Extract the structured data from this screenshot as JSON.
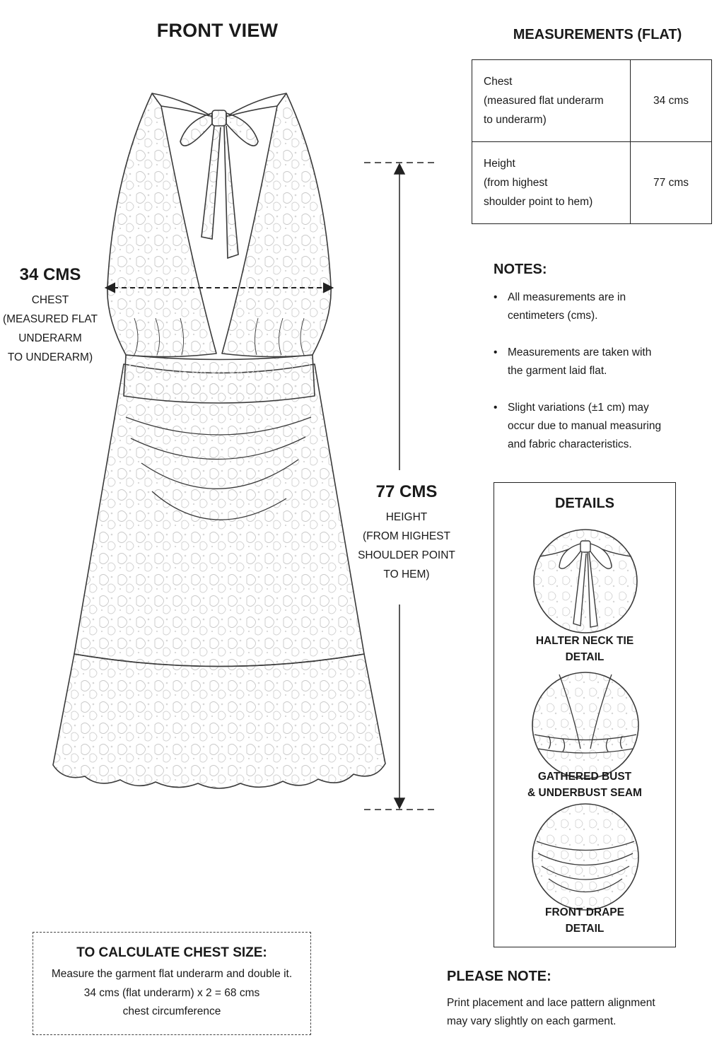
{
  "front_view_title": "FRONT VIEW",
  "measurements": {
    "title": "MEASUREMENTS (FLAT)",
    "rows": [
      {
        "label": "Chest\n(measured flat underarm\nto underarm)",
        "value": "34 cms"
      },
      {
        "label": "Height\n(from highest\nshoulder point to hem)",
        "value": "77 cms"
      }
    ]
  },
  "chest_callout": {
    "value": "34 CMS",
    "desc": "CHEST\n(MEASURED FLAT\nUNDERARM\nTO UNDERARM)"
  },
  "height_callout": {
    "value": "77 CMS",
    "desc": "HEIGHT\n(FROM HIGHEST\nSHOULDER POINT\nTO HEM)"
  },
  "notes": {
    "title": "NOTES:",
    "items": [
      "All measurements are in\ncentimeters (cms).",
      "Measurements are taken with\nthe garment laid flat.",
      "Slight variations (±1 cm) may\noccur due to manual measuring\nand fabric characteristics."
    ]
  },
  "details": {
    "title": "DETAILS",
    "items": [
      {
        "label": "HALTER NECK TIE\nDETAIL",
        "icon": "halter-tie-detail-icon"
      },
      {
        "label": "GATHERED BUST\n& UNDERBUST SEAM",
        "icon": "gathered-bust-detail-icon"
      },
      {
        "label": "FRONT DRAPE\nDETAIL",
        "icon": "front-drape-detail-icon"
      }
    ]
  },
  "calc": {
    "title": "TO CALCULATE CHEST SIZE:",
    "text": "Measure the garment flat underarm and double it.\n34 cms (flat underarm) x 2 = 68 cms\nchest circumference"
  },
  "please_note": {
    "title": "PLEASE NOTE:",
    "text": "Print placement and lace pattern alignment\nmay vary slightly on each garment."
  }
}
